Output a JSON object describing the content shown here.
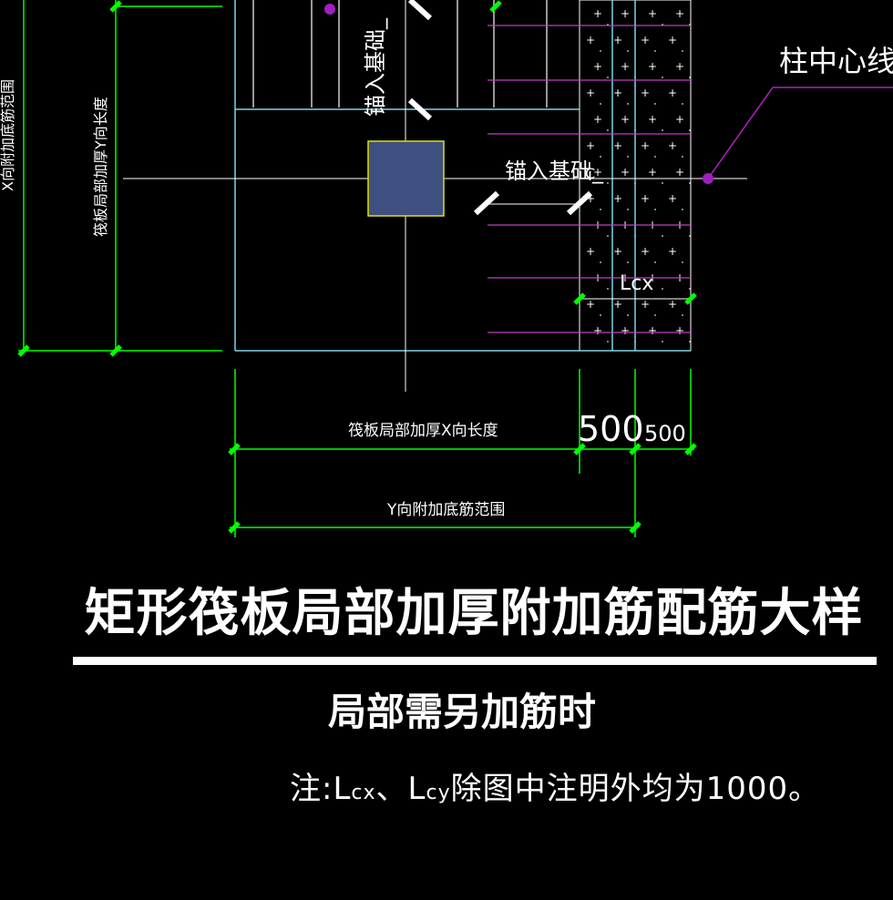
{
  "drawing": {
    "labels": {
      "column_centerline": "柱中心线",
      "anchor_top": "锚入基础_",
      "anchor_right": "锚入基础_",
      "anchor_right_suffix": "C",
      "lcx": "Lcx",
      "dim_500_large": "500",
      "dim_500_small": "500",
      "x_thickening_length": "筏板局部加厚X向长度",
      "y_rebar_range": "Y向附加底筋范围",
      "y_thickening_length": "筏板局部加厚Y向长度",
      "x_rebar_range": "X向附加底筋范围"
    },
    "colors": {
      "background": "#000000",
      "dimension": "#00ff00",
      "outline": "#7fd4e6",
      "rebar": "#c040c0",
      "column_fill": "#3f4f80",
      "column_border": "#e0e000",
      "text": "#ffffff"
    }
  },
  "title": "矩形筏板局部加厚附加筋配筋大样",
  "subtitle": "局部需另加筋时",
  "note": {
    "prefix": "注:",
    "lcx_main": "L",
    "lcx_sub": "cx",
    "sep": "、",
    "lcy_main": "L",
    "lcy_sub": "cy",
    "suffix": "除图中注明外均为1000。"
  }
}
